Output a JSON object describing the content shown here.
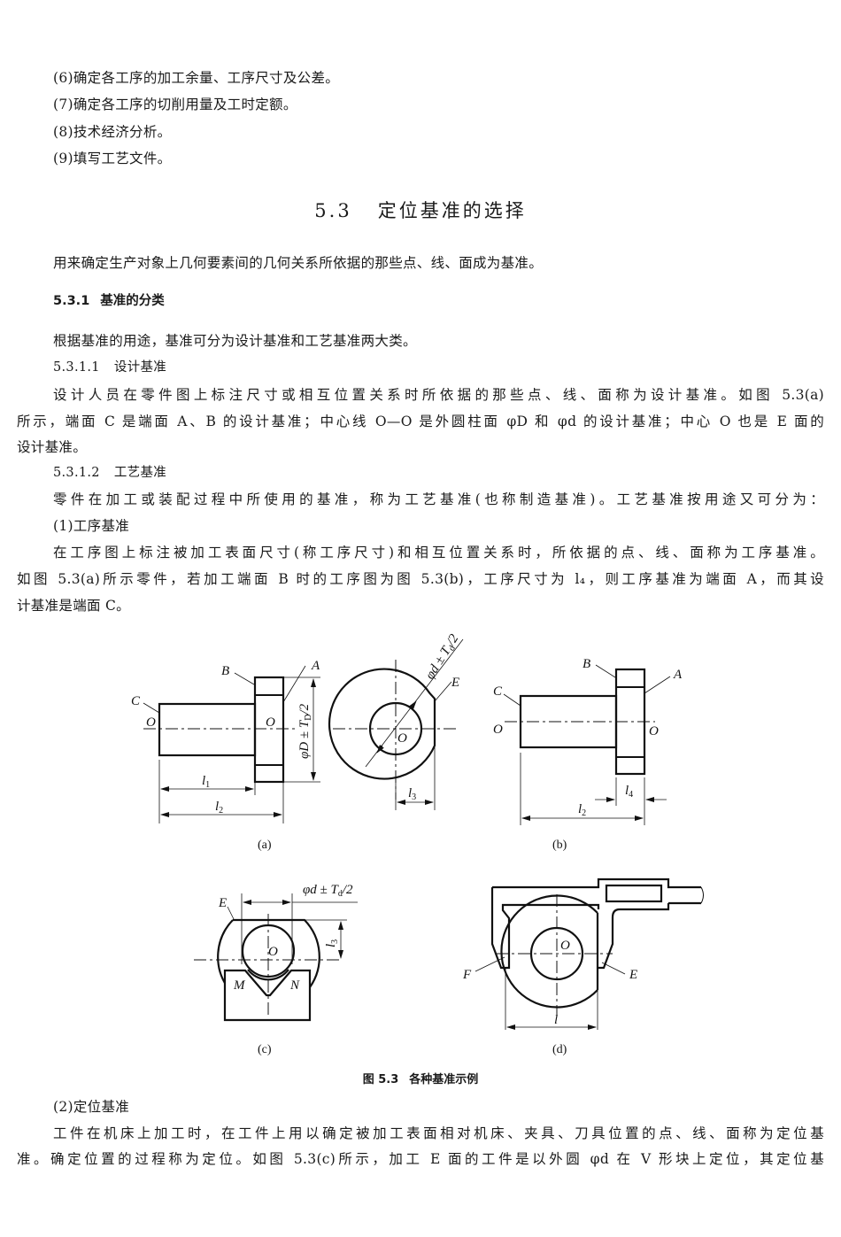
{
  "list_items": [
    "(6)确定各工序的加工余量、工序尺寸及公差。",
    "(7)确定各工序的切削用量及工时定额。",
    "(8)技术经济分析。",
    "(9)填写工艺文件。"
  ],
  "section": {
    "number": "5.3",
    "title": "定位基准的选择"
  },
  "intro": "用来确定生产对象上几何要素间的几何关系所依据的那些点、线、面成为基准。",
  "subsection": {
    "number": "5.3.1",
    "title": "基准的分类"
  },
  "classification_text": "根据基准的用途，基准可分为设计基准和工艺基准两大类。",
  "design_datum": {
    "number": "5.3.1.1",
    "title": "设计基准",
    "lines": [
      "设计人员在零件图上标注尺寸或相互位置关系时所依据的那些点、线、面称为设计基准。如图 5.3(a)",
      "所示，端面 C 是端面 A、B 的设计基准；中心线 O—O 是外圆柱面 φD 和 φd 的设计基准；中心 O 也是 E 面的",
      "设计基准。"
    ]
  },
  "process_datum": {
    "number": "5.3.1.2",
    "title": "工艺基准",
    "intro": "零件在加工或装配过程中所使用的基准，称为工艺基准(也称制造基准)。工艺基准按用途又可分为：",
    "operation_datum": {
      "heading": "(1)工序基准",
      "lines": [
        "在工序图上标注被加工表面尺寸(称工序尺寸)和相互位置关系时，所依据的点、线、面称为工序基准。",
        "如图 5.3(a)所示零件，若加工端面 B 时的工序图为图 5.3(b)，工序尺寸为 l₄，则工序基准为端面 A，而其设",
        "计基准是端面 C。"
      ]
    },
    "locating_datum": {
      "heading": "(2)定位基准",
      "lines": [
        "工件在机床上加工时，在工件上用以确定被加工表面相对机床、夹具、刀具位置的点、线、面称为定位基",
        "准。确定位置的过程称为定位。如图 5.3(c)所示，加工 E 面的工件是以外圆 φd 在 V 形块上定位，其定位基"
      ]
    }
  },
  "figure": {
    "caption_number": "图 5.3",
    "caption_title": "各种基准示例",
    "panels": {
      "a": {
        "label": "(a)",
        "labels": [
          "A",
          "B",
          "C",
          "O",
          "O",
          "l",
          "1",
          "l",
          "2",
          "φD ± T",
          "D",
          "/2"
        ]
      },
      "a2": {
        "labels": [
          "φd ± T",
          "d",
          "/2",
          "E",
          "O",
          "l",
          "3"
        ]
      },
      "b": {
        "label": "(b)",
        "labels": [
          "A",
          "B",
          "C",
          "O",
          "O",
          "l",
          "4",
          "l",
          "2"
        ]
      },
      "c": {
        "label": "(c)",
        "labels": [
          "E",
          "O",
          "M",
          "N",
          "φd ± T",
          "d",
          "/2",
          "l",
          "3"
        ]
      },
      "d": {
        "label": "(d)",
        "labels": [
          "F",
          "E",
          "O",
          "l"
        ]
      }
    }
  }
}
